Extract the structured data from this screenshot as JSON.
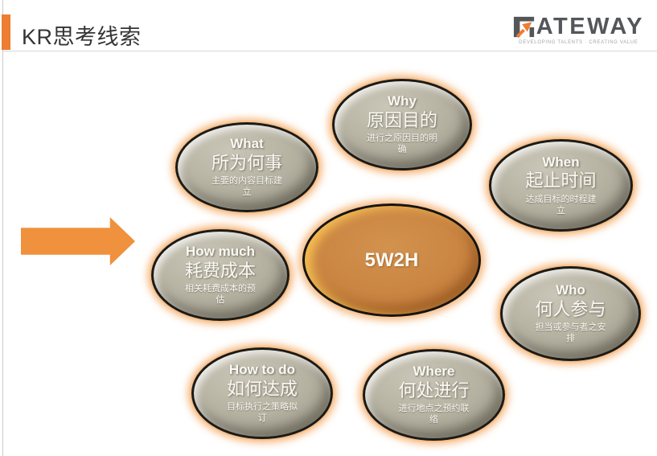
{
  "slide": {
    "title": "KR思考线索",
    "accent_color": "#ED7D31"
  },
  "logo": {
    "brand": "GATEWAY",
    "wordmark_rest": "ATEWAY",
    "tagline": "DEVELOPING TALENTS · CREATING VALUE",
    "color": "#54565A",
    "icon": "gateway-g-arrow-icon"
  },
  "diagram": {
    "arrow": {
      "name": "right-arrow",
      "color": "#F0913D"
    },
    "glow_color": "#F4B070",
    "bubble_fill": "#B5B1A1",
    "center": {
      "label": "5W2H",
      "fill": "#C8813F"
    },
    "bubbles": [
      {
        "id": "what",
        "title": "What",
        "subtitle": "所为何事",
        "desc": "主要的内容目标建立"
      },
      {
        "id": "why",
        "title": "Why",
        "subtitle": "原因目的",
        "desc": "进行之原因目的明确"
      },
      {
        "id": "when",
        "title": "When",
        "subtitle": "起止时间",
        "desc": "达成目标的时程建立"
      },
      {
        "id": "howmuch",
        "title": "How much",
        "subtitle": "耗费成本",
        "desc": "相关耗费成本的预估"
      },
      {
        "id": "who",
        "title": "Who",
        "subtitle": "何人参与",
        "desc": "担当或参与者之安排"
      },
      {
        "id": "howtodo",
        "title": "How to do",
        "subtitle": "如何达成",
        "desc": "目标执行之策略拟订"
      },
      {
        "id": "where",
        "title": "Where",
        "subtitle": "何处进行",
        "desc": "进行地点之预约联络"
      }
    ]
  }
}
